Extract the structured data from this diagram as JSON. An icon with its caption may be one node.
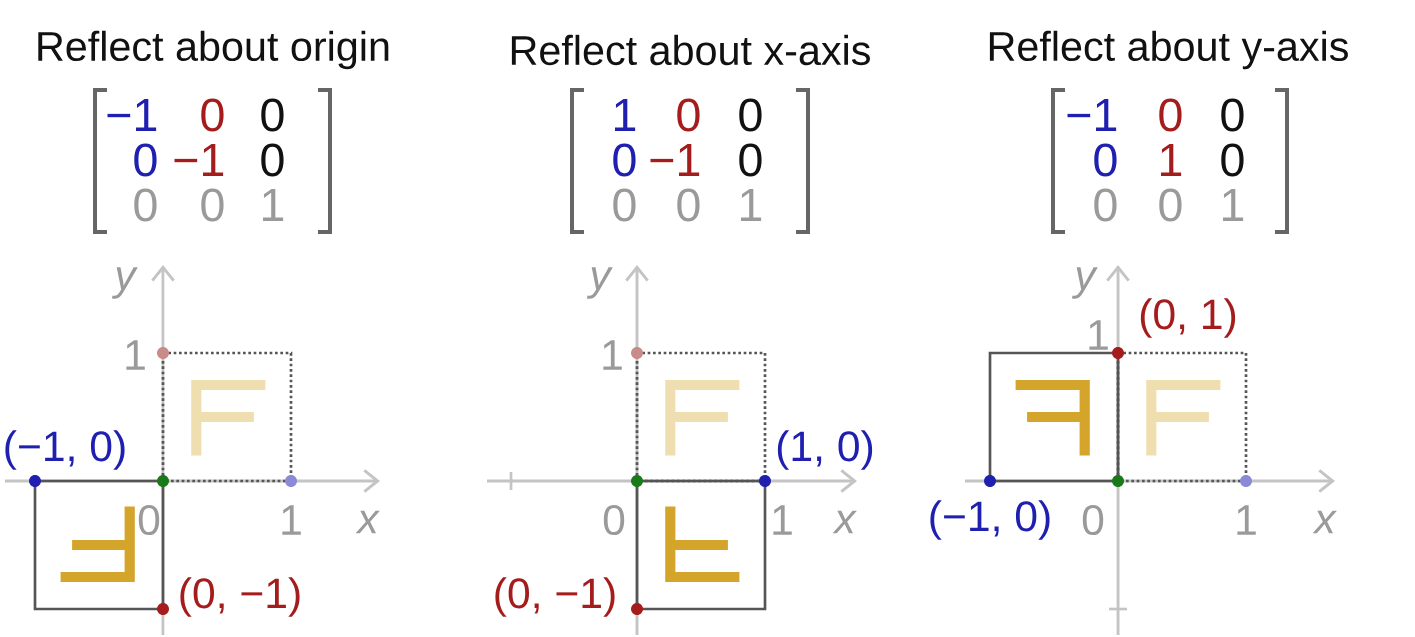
{
  "diagram": {
    "labels": [
      "Reflect about origin",
      "−1",
      "0",
      "0",
      "0",
      "−1",
      "0",
      "0",
      "0",
      "1",
      "y",
      "1",
      "(−1, 0)",
      "0",
      "1",
      "x",
      "(0, −1)",
      "Reflect about x-axis",
      "1",
      "0",
      "0",
      "0",
      "−1",
      "0",
      "0",
      "0",
      "1",
      "y",
      "1",
      "(1, 0)",
      "0",
      "1",
      "x",
      "(0, −1)",
      "Reflect about y-axis",
      "−1",
      "0",
      "0",
      "0",
      "1",
      "0",
      "0",
      "0",
      "1",
      "y",
      "1",
      "(0, 1)",
      "(−1, 0)",
      "0",
      "1",
      "x"
    ]
  }
}
